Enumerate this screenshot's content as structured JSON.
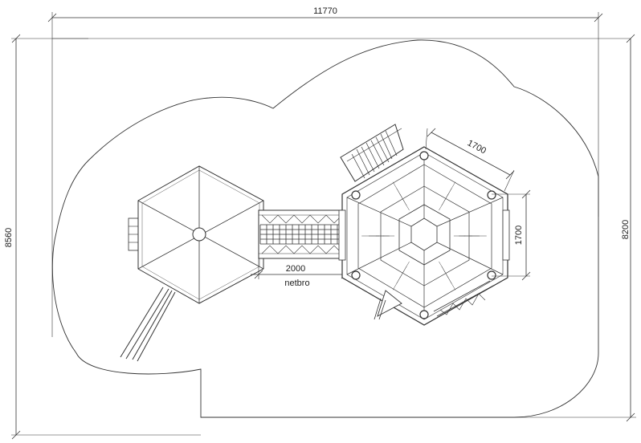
{
  "dimensions": {
    "overall_width": "11770",
    "overall_height": "8560",
    "zone_height": "8200",
    "hex_side": "1700",
    "hex_opening": "1700",
    "bridge_length": "2000"
  },
  "labels": {
    "bridge": "netbro"
  },
  "colors": {
    "line": "#333333",
    "background": "#ffffff"
  }
}
